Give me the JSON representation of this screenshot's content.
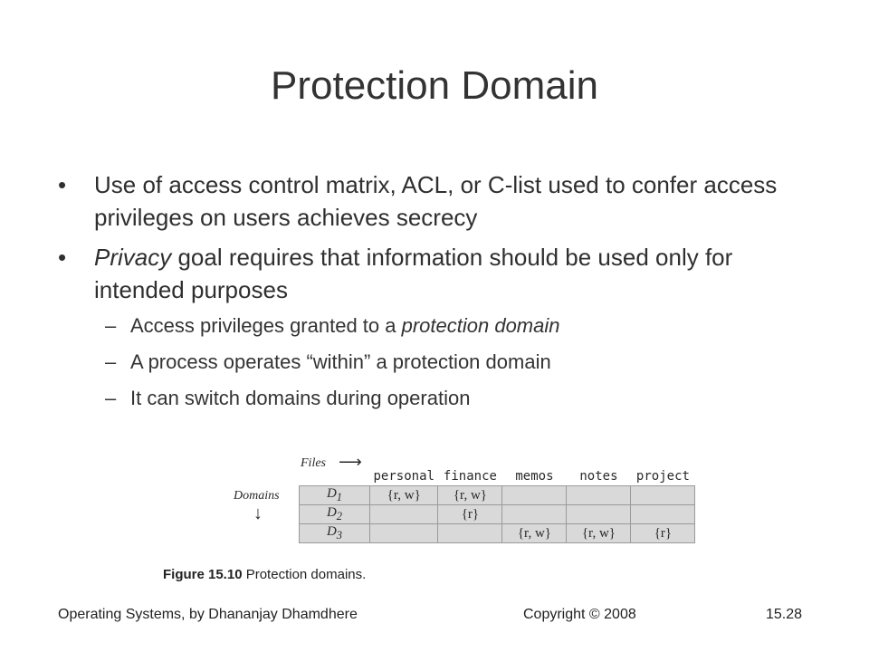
{
  "slide": {
    "title": "Protection Domain",
    "bullets": [
      {
        "text": "Use of access control matrix, ACL, or C-list used to confer access privileges on users achieves secrecy"
      },
      {
        "italic": "Privacy",
        "text": " goal requires that information should be used only for intended purposes"
      }
    ],
    "subbullets": [
      {
        "text": "Access privileges granted to a ",
        "italic": "protection domain"
      },
      {
        "text": "A process operates “within” a protection domain",
        "italic": ""
      },
      {
        "text": "It can switch domains during operation",
        "italic": ""
      }
    ]
  },
  "figure": {
    "files_label": "Files",
    "domains_label": "Domains",
    "columns": [
      "personal",
      "finance",
      "memos",
      "notes",
      "project"
    ],
    "rows": [
      {
        "domain": "D1",
        "cells": [
          "{r, w}",
          "{r, w}",
          "",
          "",
          ""
        ]
      },
      {
        "domain": "D2",
        "cells": [
          "",
          "{r}",
          "",
          "",
          ""
        ]
      },
      {
        "domain": "D3",
        "cells": [
          "",
          "",
          "{r, w}",
          "{r, w}",
          "{r}"
        ]
      }
    ],
    "caption_bold": "Figure 15.10",
    "caption_text": "Protection domains."
  },
  "footer": {
    "left": "Operating Systems, by Dhananjay Dhamdhere",
    "center": "Copyright © 2008",
    "right": "15.28"
  }
}
